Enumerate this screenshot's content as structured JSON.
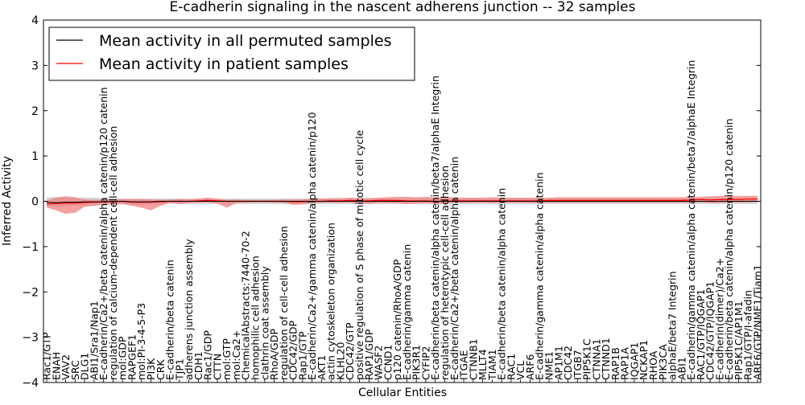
{
  "chart_data": {
    "type": "line",
    "title": "E-cadherin signaling in the nascent adherens junction -- 32 samples",
    "xlabel": "Cellular Entities",
    "ylabel": "Inferred Activity",
    "ylim": [
      -4,
      4
    ],
    "yticks": [
      "−4",
      "−3",
      "−2",
      "−1",
      "0",
      "1",
      "2",
      "3",
      "4"
    ],
    "grid": false,
    "legend_position": "top-left",
    "colors": {
      "permuted_line": "#000000",
      "patient_line": "#ff0000",
      "patient_band": "#f08080",
      "permuted_band": "#c8c8c8"
    },
    "categories": [
      "Rac1/GTP",
      "ENAH",
      "VAV2",
      "SRC",
      "DLG1",
      "ABI1/Sra1/Nap1",
      "E-cadherin/Ca2+/beta catenin/alpha catenin/p120 catenin",
      "regulation of calcium-dependent cell-cell adhesion",
      "mol:GDP",
      "RAPGEF1",
      "mol:PI-3-4-5-P3",
      "PI3K",
      "CRK",
      "E-cadherin/beta catenin",
      "TJP1",
      "adherens junction assembly",
      "CDH1",
      "Rac1/GDP",
      "CTTN",
      "mol:GTP",
      "mol:Ca2+",
      "ChemicalAbstracts:7440-70-2",
      "homophilic cell adhesion",
      "clathrin coat assembly",
      "RhoA/GDP",
      "regulation of cell-cell adhesion",
      "CDC42/GDP",
      "Rap1/GTP",
      "E-cadherin/Ca2+/gamma catenin/alpha catenin/p120",
      "AKT1",
      "actin cytoskeleton organization",
      "KLHL20",
      "CDC42/GTP",
      "positive regulation of S phase of mitotic cell cycle",
      "RAP1/GDP",
      "WASF2",
      "CCND1",
      "p120 catenin/RhoA/GDP",
      "E-cadherin/gamma catenin",
      "PIK3R1",
      "CYFIP2",
      "E-cadherin/beta catenin/alpha catenin/beta7/alphaE Integrin",
      "regulation of heterotypic cell-cell adhesion",
      "E-cadherin/Ca2+/beta catenin/alpha catenin",
      "ITGAE",
      "CTNNB1",
      "MLLT4",
      "TIAM1",
      "E-cadherin/beta catenin/alpha catenin",
      "RAC1",
      "VCL",
      "ARF6",
      "E-cadherin/gamma catenin/alpha catenin",
      "NME1",
      "AP1M1",
      "CDC42",
      "ITGB7",
      "PIP5K1C",
      "CTNNA1",
      "CTNND1",
      "RAP1B",
      "RAP1A",
      "IQGAP1",
      "NCKAP1",
      "RHOA",
      "PIK3CA",
      "alphaE/beta7 Integrin",
      "ABI1",
      "E-cadherin/gamma catenin/alpha catenin/beta7/alphaE Integrin",
      "RAC1/GTP/IQGAP1",
      "CDC42/GTP/IQGAP1",
      "E-cadherin(dimer)/Ca2+",
      "E-cadherin/beta catenin/alpha catenin/p120 catenin",
      "PIP5K1C/AP1M1",
      "Rap1/GTP/I-afadin",
      "ARF6/GTP/NME1/Tiam1"
    ],
    "series": [
      {
        "name": "Mean activity in all permuted samples",
        "values": [
          -0.02,
          -0.03,
          -0.02,
          -0.02,
          -0.01,
          -0.01,
          -0.01,
          0.0,
          0.0,
          -0.01,
          -0.01,
          -0.01,
          0.0,
          0.0,
          0.0,
          0.0,
          0.0,
          0.0,
          0.0,
          0.0,
          0.0,
          0.0,
          0.0,
          0.0,
          0.0,
          0.0,
          0.0,
          0.0,
          0.0,
          0.0,
          0.0,
          0.0,
          0.0,
          0.0,
          0.0,
          0.0,
          0.0,
          0.0,
          0.0,
          0.0,
          0.0,
          0.0,
          0.0,
          0.0,
          0.0,
          0.0,
          0.0,
          0.0,
          0.0,
          0.0,
          0.0,
          0.0,
          0.0,
          0.0,
          0.0,
          0.0,
          0.0,
          0.0,
          0.0,
          0.0,
          0.0,
          0.0,
          0.0,
          0.0,
          0.0,
          0.0,
          0.0,
          0.0,
          0.0,
          0.0,
          0.0,
          0.0,
          0.0,
          0.0,
          0.0,
          0.0
        ],
        "lower": [
          -0.1,
          -0.12,
          -0.11,
          -0.1,
          -0.1,
          -0.1,
          -0.09,
          -0.08,
          -0.07,
          -0.08,
          -0.08,
          -0.07,
          -0.06,
          -0.06,
          -0.06,
          -0.06,
          -0.06,
          -0.06,
          -0.06,
          -0.06,
          -0.06,
          -0.06,
          -0.06,
          -0.06,
          -0.06,
          -0.06,
          -0.06,
          -0.06,
          -0.06,
          -0.06,
          -0.06,
          -0.06,
          -0.06,
          -0.06,
          -0.06,
          -0.06,
          -0.06,
          -0.06,
          -0.06,
          -0.06,
          -0.06,
          -0.06,
          -0.06,
          -0.06,
          -0.06,
          -0.06,
          -0.06,
          -0.06,
          -0.06,
          -0.06,
          -0.06,
          -0.06,
          -0.06,
          -0.06,
          -0.06,
          -0.06,
          -0.06,
          -0.06,
          -0.06,
          -0.06,
          -0.06,
          -0.06,
          -0.06,
          -0.06,
          -0.06,
          -0.06,
          -0.06,
          -0.06,
          -0.06,
          -0.06,
          -0.06,
          -0.06,
          -0.06,
          -0.06,
          -0.06,
          -0.06
        ],
        "upper": [
          0.08,
          0.1,
          0.09,
          0.08,
          0.08,
          0.08,
          0.07,
          0.07,
          0.06,
          0.06,
          0.06,
          0.06,
          0.06,
          0.06,
          0.06,
          0.06,
          0.06,
          0.06,
          0.06,
          0.06,
          0.06,
          0.06,
          0.06,
          0.06,
          0.06,
          0.06,
          0.06,
          0.06,
          0.06,
          0.06,
          0.06,
          0.06,
          0.06,
          0.06,
          0.06,
          0.06,
          0.06,
          0.06,
          0.06,
          0.06,
          0.06,
          0.06,
          0.06,
          0.06,
          0.06,
          0.06,
          0.06,
          0.06,
          0.06,
          0.06,
          0.06,
          0.06,
          0.06,
          0.06,
          0.06,
          0.06,
          0.06,
          0.06,
          0.06,
          0.06,
          0.06,
          0.06,
          0.06,
          0.06,
          0.06,
          0.06,
          0.06,
          0.06,
          0.06,
          0.06,
          0.06,
          0.06,
          0.06,
          0.06,
          0.06,
          0.06
        ]
      },
      {
        "name": "Mean activity in patient samples",
        "values": [
          -0.06,
          -0.05,
          -0.04,
          -0.04,
          -0.03,
          -0.02,
          -0.01,
          -0.01,
          0.0,
          -0.02,
          -0.02,
          -0.02,
          -0.01,
          0.0,
          0.0,
          0.0,
          0.01,
          0.02,
          0.01,
          0.0,
          0.0,
          0.0,
          0.0,
          0.0,
          0.0,
          0.0,
          -0.01,
          -0.01,
          0.0,
          0.0,
          0.01,
          0.01,
          0.02,
          0.01,
          0.01,
          0.02,
          0.02,
          0.02,
          0.01,
          0.01,
          0.01,
          0.0,
          0.0,
          0.01,
          0.01,
          0.01,
          0.01,
          0.01,
          0.01,
          0.01,
          0.01,
          0.01,
          0.01,
          0.02,
          0.02,
          0.02,
          0.02,
          0.02,
          0.02,
          0.02,
          0.02,
          0.02,
          0.02,
          0.02,
          0.02,
          0.02,
          0.02,
          0.02,
          0.03,
          0.04,
          0.03,
          0.04,
          0.04,
          0.04,
          0.05,
          0.05
        ],
        "lower": [
          -0.14,
          -0.2,
          -0.28,
          -0.25,
          -0.12,
          -0.1,
          -0.06,
          -0.06,
          -0.06,
          -0.1,
          -0.14,
          -0.2,
          -0.1,
          -0.03,
          -0.06,
          -0.04,
          -0.03,
          -0.02,
          -0.05,
          -0.14,
          -0.04,
          -0.03,
          -0.02,
          -0.02,
          -0.03,
          -0.03,
          -0.08,
          -0.07,
          -0.04,
          -0.03,
          -0.03,
          -0.03,
          -0.02,
          -0.05,
          -0.06,
          -0.03,
          -0.04,
          -0.04,
          -0.06,
          -0.05,
          -0.04,
          -0.06,
          -0.05,
          -0.03,
          -0.04,
          -0.03,
          -0.03,
          -0.04,
          -0.03,
          -0.03,
          -0.03,
          -0.04,
          -0.03,
          -0.03,
          -0.03,
          -0.03,
          -0.03,
          -0.03,
          -0.03,
          -0.03,
          -0.03,
          -0.03,
          -0.03,
          -0.03,
          -0.03,
          -0.03,
          -0.03,
          -0.03,
          -0.03,
          -0.02,
          -0.04,
          -0.04,
          -0.02,
          -0.03,
          -0.02,
          -0.02
        ],
        "upper": [
          0.02,
          0.08,
          0.11,
          0.09,
          0.04,
          0.03,
          0.04,
          0.04,
          0.05,
          0.05,
          0.05,
          0.04,
          0.03,
          0.04,
          0.05,
          0.04,
          0.06,
          0.08,
          0.06,
          0.03,
          0.04,
          0.03,
          0.03,
          0.03,
          0.03,
          0.04,
          0.04,
          0.04,
          0.06,
          0.06,
          0.07,
          0.07,
          0.08,
          0.07,
          0.07,
          0.08,
          0.09,
          0.1,
          0.1,
          0.09,
          0.1,
          0.09,
          0.09,
          0.09,
          0.08,
          0.08,
          0.08,
          0.09,
          0.08,
          0.08,
          0.08,
          0.08,
          0.08,
          0.08,
          0.09,
          0.09,
          0.09,
          0.09,
          0.09,
          0.09,
          0.09,
          0.09,
          0.09,
          0.09,
          0.09,
          0.09,
          0.09,
          0.09,
          0.1,
          0.1,
          0.11,
          0.12,
          0.12,
          0.12,
          0.12,
          0.12
        ]
      }
    ]
  }
}
